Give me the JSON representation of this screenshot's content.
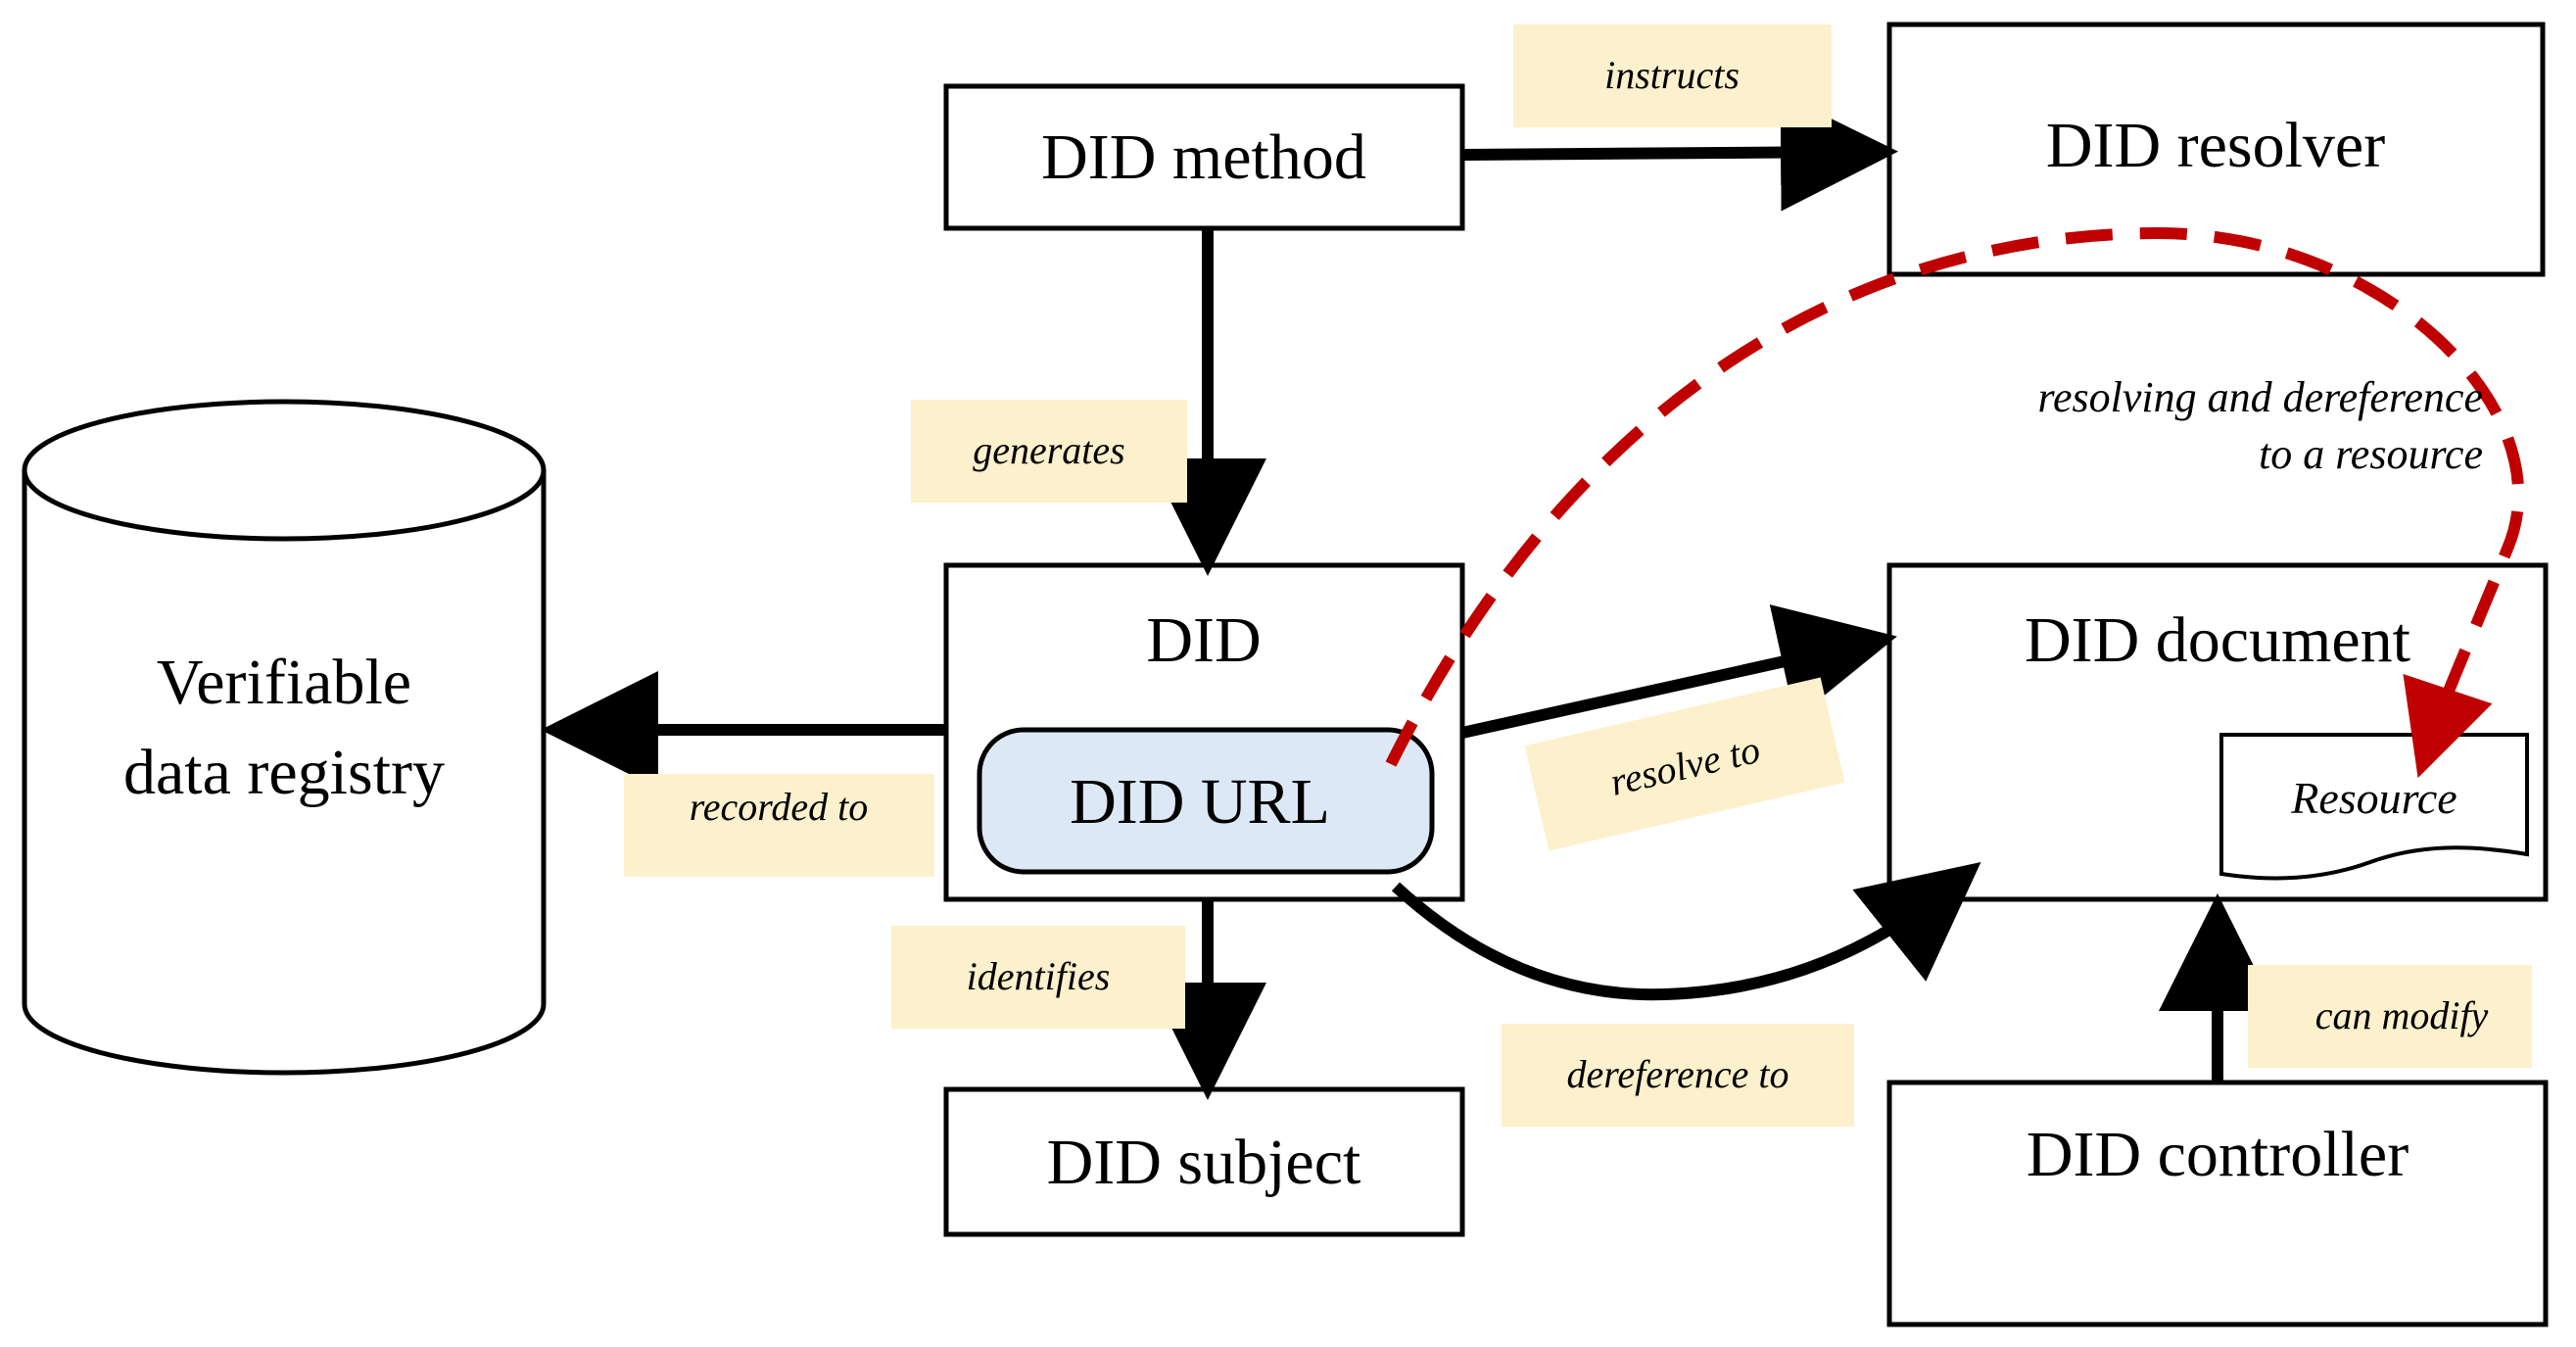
{
  "nodes": {
    "registry": {
      "line1": "Verifiable",
      "line2": "data registry"
    },
    "method": {
      "label": "DID method"
    },
    "resolver": {
      "label": "DID resolver"
    },
    "did": {
      "label": "DID"
    },
    "did_url": {
      "label": "DID URL"
    },
    "document": {
      "label": "DID document"
    },
    "resource": {
      "label": "Resource"
    },
    "subject": {
      "label": "DID subject"
    },
    "controller": {
      "label": "DID controller"
    }
  },
  "edges": {
    "instructs": "instructs",
    "generates": "generates",
    "recorded_to": "recorded to",
    "resolve_to": "resolve to",
    "identifies": "identifies",
    "dereference_to": "dereference to",
    "can_modify": "can modify",
    "resolving_line1": "resolving and dereference",
    "resolving_line2": "to a resource"
  },
  "colors": {
    "stroke": "#000000",
    "label_background": "#fdf0cc",
    "did_url_fill": "#dce8f5",
    "dashed_arrow": "#c00000"
  }
}
